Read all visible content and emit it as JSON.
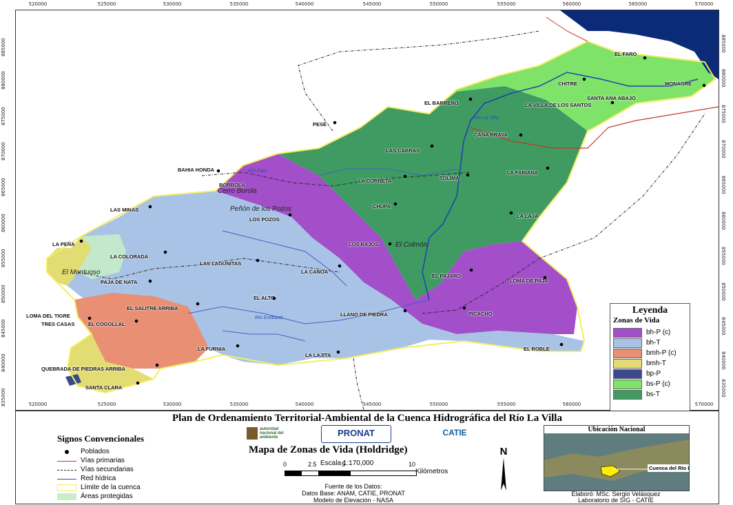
{
  "ticks": {
    "x": [
      "520000",
      "525000",
      "530000",
      "535000",
      "540000",
      "545000",
      "550000",
      "555000",
      "560000",
      "565000",
      "570000"
    ],
    "y": [
      "885000",
      "880000",
      "875000",
      "870000",
      "865000",
      "860000",
      "855000",
      "850000",
      "845000",
      "840000",
      "835000"
    ]
  },
  "towns": [
    {
      "label": "EL FARO",
      "color": "#000"
    },
    {
      "label": "CHITRE"
    },
    {
      "label": "MONAGRE"
    },
    {
      "label": "SANTA ANA ABAJO"
    },
    {
      "label": "EL BARREÑO"
    },
    {
      "label": "LA VILLA DE LOS SANTOS"
    },
    {
      "label": "PESÉ"
    },
    {
      "label": "CAÑA BRAVA"
    },
    {
      "label": "LAS CABRAS"
    },
    {
      "label": "BAHIA HONDA"
    },
    {
      "label": "LA FABIANA"
    },
    {
      "label": "BORBOLA"
    },
    {
      "label": "LA CORNETA"
    },
    {
      "label": "TOLIMA"
    },
    {
      "label": "LAS MINAS"
    },
    {
      "label": "LOS POZOS"
    },
    {
      "label": "CHUPA"
    },
    {
      "label": "LA LAJA"
    },
    {
      "label": "LA PEÑA"
    },
    {
      "label": "LOS BAJOS"
    },
    {
      "label": "LA COLORADA"
    },
    {
      "label": "LAS LAGUNITAS"
    },
    {
      "label": "LA CANOA"
    },
    {
      "label": "EL PAJARO"
    },
    {
      "label": "LOMA DE PAJA"
    },
    {
      "label": "PAJA DE NATA"
    },
    {
      "label": "EL ALTO"
    },
    {
      "label": "EL SALITRE ARRIBA"
    },
    {
      "label": "LOMA DEL TIGRE"
    },
    {
      "label": "LLANO DE PIEDRA"
    },
    {
      "label": "PICACHO"
    },
    {
      "label": "TRES CASAS"
    },
    {
      "label": "EL COGOLLAL"
    },
    {
      "label": "LA FURNIA"
    },
    {
      "label": "LA LAJITA"
    },
    {
      "label": "EL ROBLE"
    },
    {
      "label": "QUEBRADA DE PIEDRAS ARRIBA"
    },
    {
      "label": "SANTA CLARA"
    }
  ],
  "features": [
    "Cerro Borola",
    "Peñón de los Pozos",
    "El Colmón",
    "El Montuoso"
  ],
  "river_labels": [
    "Río La Villa",
    "Río Gato",
    "Río Estibaná"
  ],
  "legend": {
    "title": "Leyenda",
    "subtitle": "Zonas de Vida",
    "items": [
      {
        "label": "bh-P (c)",
        "color": "#a24fc9"
      },
      {
        "label": "bh-T",
        "color": "#a9c3e6"
      },
      {
        "label": "bmh-P (c)",
        "color": "#e98f74"
      },
      {
        "label": "bmh-T",
        "color": "#e3dc72"
      },
      {
        "label": "bp-P",
        "color": "#3b4a8c"
      },
      {
        "label": "bs-P (c)",
        "color": "#7fe36a"
      },
      {
        "label": "bs-T",
        "color": "#3f9b62"
      }
    ]
  },
  "footer": {
    "main_title": "Plan de Ordenamiento Territorial-Ambiental de la Cuenca Hidrográfica del Río La Villa",
    "signos_title": "Signos Convencionales",
    "signos": [
      {
        "label": "Poblados",
        "kind": "dot"
      },
      {
        "label": "Vías primarias",
        "kind": "primary"
      },
      {
        "label": "Vías secundarias",
        "kind": "secondary"
      },
      {
        "label": "Red hídrica",
        "kind": "river"
      },
      {
        "label": "Límite de la cuenca",
        "kind": "limit"
      },
      {
        "label": "Áreas protegidas",
        "kind": "protected"
      }
    ],
    "logo1": "autoridad nacional del ambiente",
    "logo2": "PRONAT",
    "logo3": "CATIE",
    "map_title": "Mapa de Zonas de Vida (Holdridge)",
    "scale": "Escala 1:170,000",
    "scale_labels": [
      "0",
      "2.5",
      "5",
      "10"
    ],
    "scale_unit": "Kilómetros",
    "north": "N",
    "fuente_lines": [
      "Fuente de los Datos:",
      "Datos Base: ANAM, CATIE, PRONAT",
      "Modelo de Elevación - NASA"
    ],
    "ubic_title": "Ubicación Nacional",
    "ubic_label": "Cuenca del Río La Villa",
    "credits_lines": [
      "Elaboró: MSc. Sergio Velásquez",
      "Laboratorio de SIG - CATIE"
    ]
  }
}
